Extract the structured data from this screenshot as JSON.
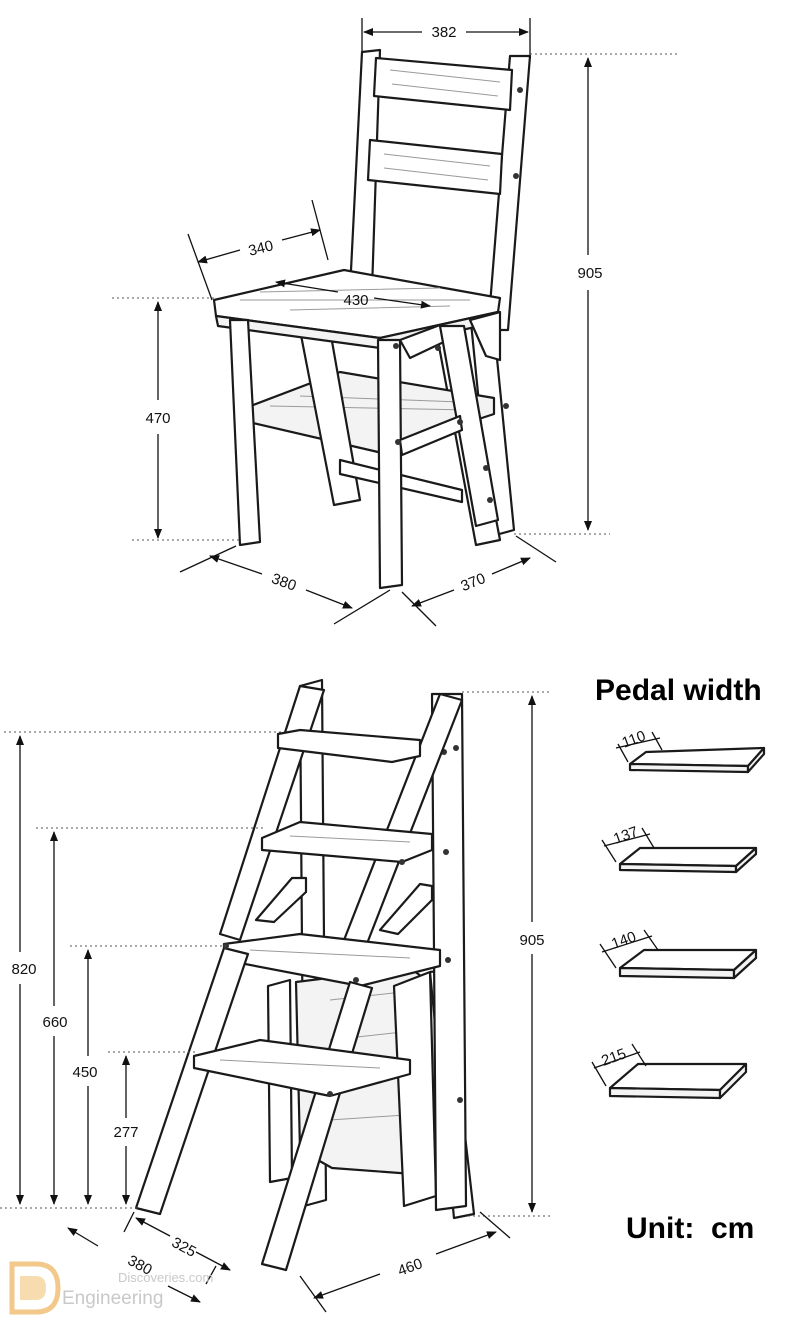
{
  "chair_view": {
    "dims": {
      "top_width": "382",
      "total_height": "905",
      "seat_depth_back": "340",
      "seat_width": "430",
      "seat_height": "470",
      "base_width": "380",
      "base_depth": "370"
    }
  },
  "ladder_view": {
    "dims": {
      "step4_height": "820",
      "step3_height": "660",
      "step2_height": "450",
      "step1_height": "277",
      "total_height": "905",
      "base_width": "380",
      "step_depth": "325",
      "base_length": "460"
    }
  },
  "pedal_section": {
    "title": "Pedal width",
    "pedals": [
      "110",
      "137",
      "140",
      "215"
    ]
  },
  "unit_label": "Unit:  cm",
  "watermark": {
    "line1": "Discoveries.com",
    "line2": "Engineering"
  }
}
